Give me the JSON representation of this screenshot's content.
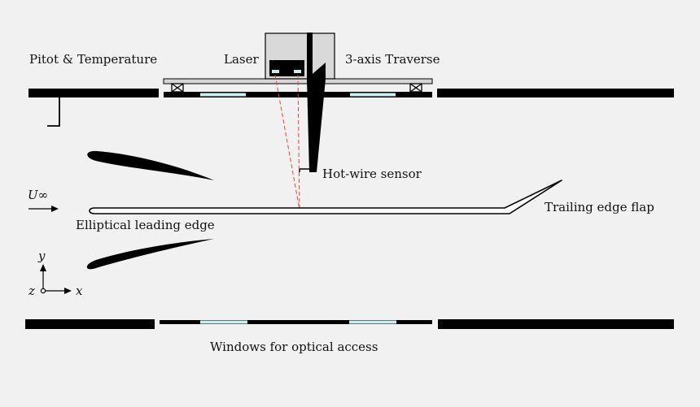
{
  "labels": {
    "pitot": "Pitot & Temperature",
    "laser": "Laser",
    "traverse": "3-axis Traverse",
    "hotwire": "Hot-wire sensor",
    "u_inf": "U∞",
    "leading_edge": "Elliptical leading edge",
    "trailing_flap": "Trailing edge flap",
    "windows": "Windows for optical access",
    "axis_x": "x",
    "axis_y": "y",
    "axis_z": "z"
  },
  "colors": {
    "background": "#f1f1f1",
    "solid": "#000000",
    "window": "#c9eef2",
    "laser_beam": "#e8433a",
    "traverse_plate": "#d6d6d6",
    "laser_box": "#d9d9d9"
  }
}
